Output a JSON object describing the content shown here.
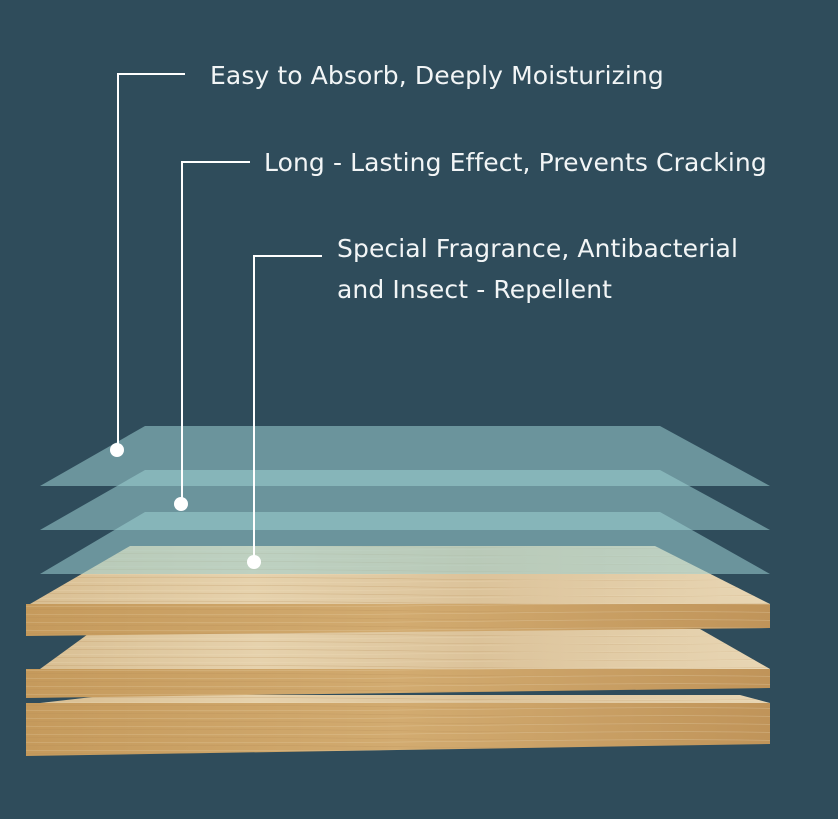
{
  "callouts": [
    {
      "lines": [
        "Easy to Absorb, Deeply Moisturizing"
      ]
    },
    {
      "lines": [
        "Long - Lasting Effect, Prevents Cracking"
      ]
    },
    {
      "lines": [
        "Special Fragrance, Antibacterial",
        "and Insect - Repellent"
      ]
    }
  ],
  "colors": {
    "background": "#2f4c5b",
    "text": "#f2f5f6",
    "leader_line": "#ffffff",
    "film_layer": "#9ccfd1",
    "wood_top": "#e0c9a0",
    "wood_edge": "#c59a5c"
  }
}
